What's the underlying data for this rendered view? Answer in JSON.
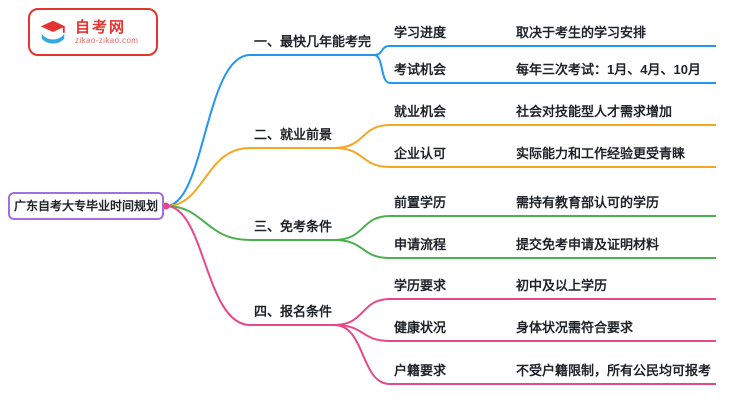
{
  "logo": {
    "title": "自考网",
    "subtitle": "zikao-zikao.com",
    "border_color": "#e3342f"
  },
  "root": {
    "label": "广东自考大专毕业时间规划",
    "color": "#a06ee1"
  },
  "branches": [
    {
      "label": "一、最快几年能考完",
      "color": "#2196f3",
      "children": [
        {
          "label": "学习进度",
          "value": "取决于考生的学习安排"
        },
        {
          "label": "考试机会",
          "value": "每年三次考试：1月、4月、10月"
        }
      ]
    },
    {
      "label": "二、就业前景",
      "color": "#f5a623",
      "children": [
        {
          "label": "就业机会",
          "value": "社会对技能型人才需求增加"
        },
        {
          "label": "企业认可",
          "value": "实际能力和工作经验更受青睐"
        }
      ]
    },
    {
      "label": "三、免考条件",
      "color": "#4caf50",
      "children": [
        {
          "label": "前置学历",
          "value": "需持有教育部认可的学历"
        },
        {
          "label": "申请流程",
          "value": "提交免考申请及证明材料"
        }
      ]
    },
    {
      "label": "四、报名条件",
      "color": "#e8488b",
      "children": [
        {
          "label": "学历要求",
          "value": "初中及以上学历"
        },
        {
          "label": "健康状况",
          "value": "身体状况需符合要求"
        },
        {
          "label": "户籍要求",
          "value": "不受户籍限制，所有公民均可报考"
        }
      ]
    }
  ]
}
